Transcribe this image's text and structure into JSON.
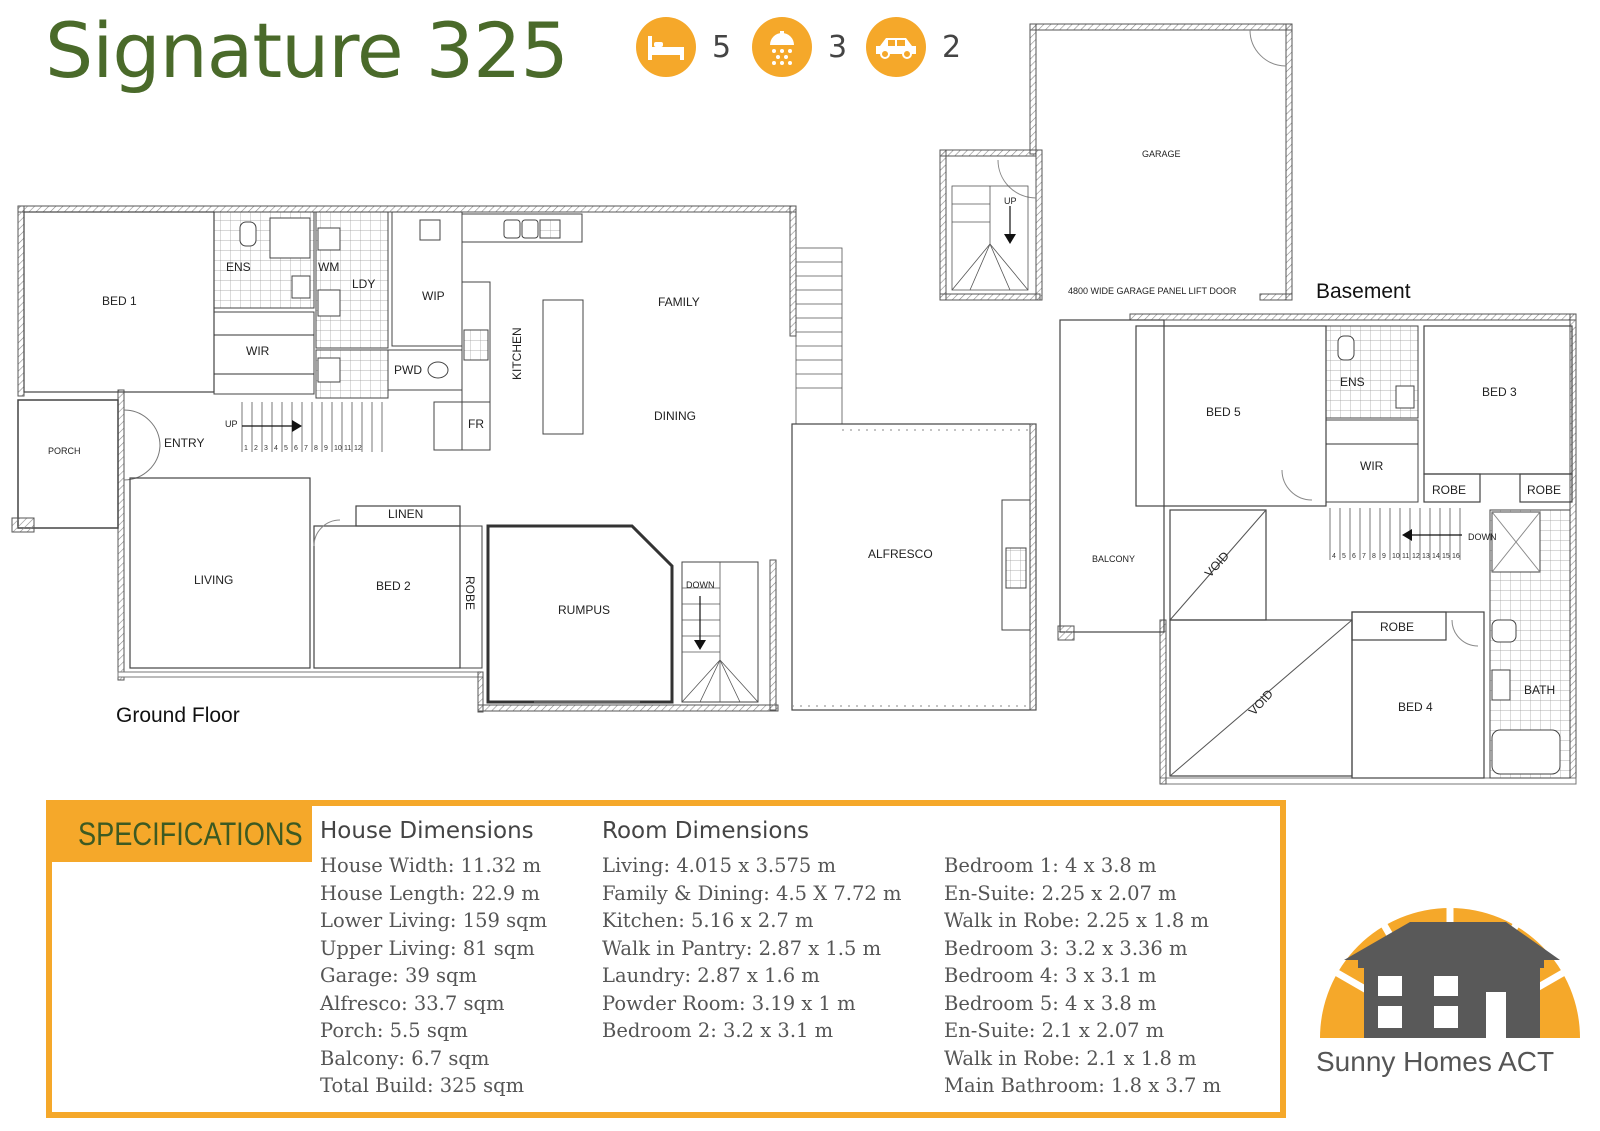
{
  "title": "Signature 325",
  "features": [
    {
      "icon": "bed-icon",
      "count": "5"
    },
    {
      "icon": "shower-icon",
      "count": "3"
    },
    {
      "icon": "car-icon",
      "count": "2"
    }
  ],
  "colors": {
    "accent": "#f5a82a",
    "title_green": "#4a6a2a",
    "spec_green": "#3d5a22",
    "house_grey": "#595959"
  },
  "floors": {
    "ground": "Ground Floor",
    "basement": "Basement"
  },
  "rooms": {
    "bed1": "BED 1",
    "ens1": "ENS",
    "wir1": "WIR",
    "wm": "WM",
    "ldy": "LDY",
    "pwd": "PWD",
    "wip": "WIP",
    "kitchen": "KITCHEN",
    "fr": "FR",
    "family": "FAMILY",
    "dining": "DINING",
    "porch": "PORCH",
    "entry": "ENTRY",
    "up_ground": "UP",
    "living": "LIVING",
    "linen": "LINEN",
    "bed2": "BED 2",
    "robe2": "ROBE",
    "rumpus": "RUMPUS",
    "down_ground": "DOWN",
    "alfresco": "ALFRESCO",
    "garage": "GARAGE",
    "up_garage": "UP",
    "garage_door": "4800 WIDE GARAGE PANEL LIFT DOOR",
    "bed5": "BED 5",
    "ens5": "ENS",
    "bed3": "BED 3",
    "wir5": "WIR",
    "robe_a": "ROBE",
    "robe_b": "ROBE",
    "down_upper": "DOWN",
    "balcony": "BALCONY",
    "void1": "VOID",
    "void2": "VOID",
    "robe4": "ROBE",
    "bed4": "BED 4",
    "bath": "BATH"
  },
  "stair_ground_steps": [
    "1",
    "2",
    "3",
    "4",
    "5",
    "6",
    "7",
    "8",
    "9",
    "10",
    "11",
    "12"
  ],
  "stair_upper_steps": [
    "4",
    "5",
    "6",
    "7",
    "8",
    "9",
    "10",
    "11",
    "12",
    "13",
    "14",
    "15",
    "16"
  ],
  "specifications": {
    "title": "SPECIFICATIONS",
    "house_heading": "House Dimensions",
    "house": [
      "House Width: 11.32 m",
      "House Length: 22.9 m",
      "Lower Living: 159 sqm",
      "Upper Living: 81 sqm",
      "Garage: 39 sqm",
      "Alfresco: 33.7 sqm",
      "Porch: 5.5 sqm",
      "Balcony: 6.7 sqm",
      "Total Build: 325 sqm"
    ],
    "room_heading": "Room Dimensions",
    "rooms_a": [
      "Living: 4.015 x 3.575 m",
      "Family & Dining: 4.5 X 7.72 m",
      "Kitchen: 5.16 x 2.7 m",
      "Walk in Pantry: 2.87 x 1.5 m",
      "Laundry: 2.87 x 1.6 m",
      "Powder Room: 3.19 x 1 m",
      "Bedroom 2: 3.2 x 3.1 m"
    ],
    "rooms_b": [
      "Bedroom 1: 4 x 3.8 m",
      "En-Suite: 2.25 x 2.07 m",
      "Walk in Robe: 2.25 x 1.8 m",
      "Bedroom 3: 3.2 x 3.36 m",
      "Bedroom 4: 3 x 3.1 m",
      "Bedroom 5: 4 x 3.8 m",
      "En-Suite: 2.1 x 2.07 m",
      "Walk in Robe: 2.1 x 1.8 m",
      "Main Bathroom: 1.8 x 3.7 m"
    ]
  },
  "brand": {
    "name": "Sunny Homes ACT"
  }
}
